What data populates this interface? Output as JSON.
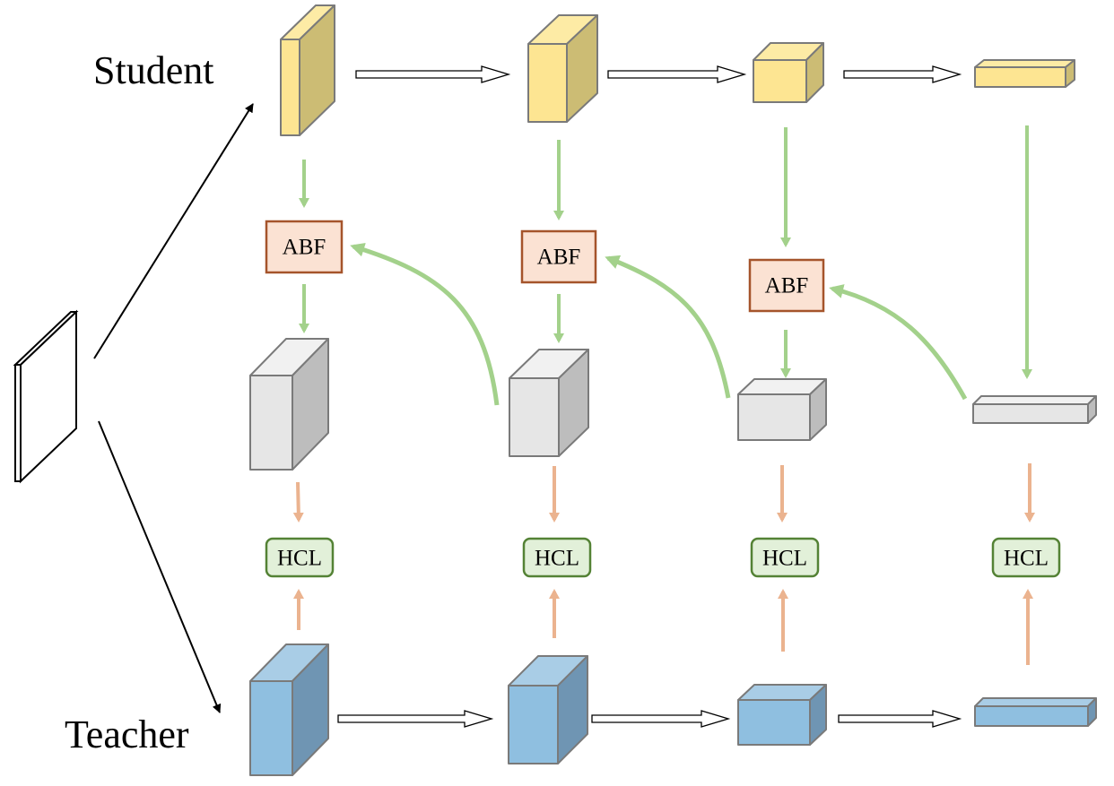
{
  "labels": {
    "student": "Student",
    "teacher": "Teacher"
  },
  "abf_blocks": [
    {
      "label": "ABF"
    },
    {
      "label": "ABF"
    },
    {
      "label": "ABF"
    }
  ],
  "hcl_blocks": [
    {
      "label": "HCL"
    },
    {
      "label": "HCL"
    },
    {
      "label": "HCL"
    },
    {
      "label": "HCL"
    }
  ],
  "colors": {
    "student_front": "#fde592",
    "student_side": "#ccbc74",
    "student_top": "#fdeba5",
    "fused_front": "#e6e6e6",
    "fused_side": "#bdbdbd",
    "fused_top": "#f1f1f1",
    "teacher_front": "#8fbfe0",
    "teacher_side": "#6f95b3",
    "teacher_top": "#a9cde6",
    "abf_fill": "#fbe2d3",
    "abf_stroke": "#a5542b",
    "hcl_fill": "#e2f0d9",
    "hcl_stroke": "#548235",
    "green_arrow": "#a3d18b",
    "orange_arrow": "#ebb38f",
    "edge": "#7a7a7a"
  }
}
